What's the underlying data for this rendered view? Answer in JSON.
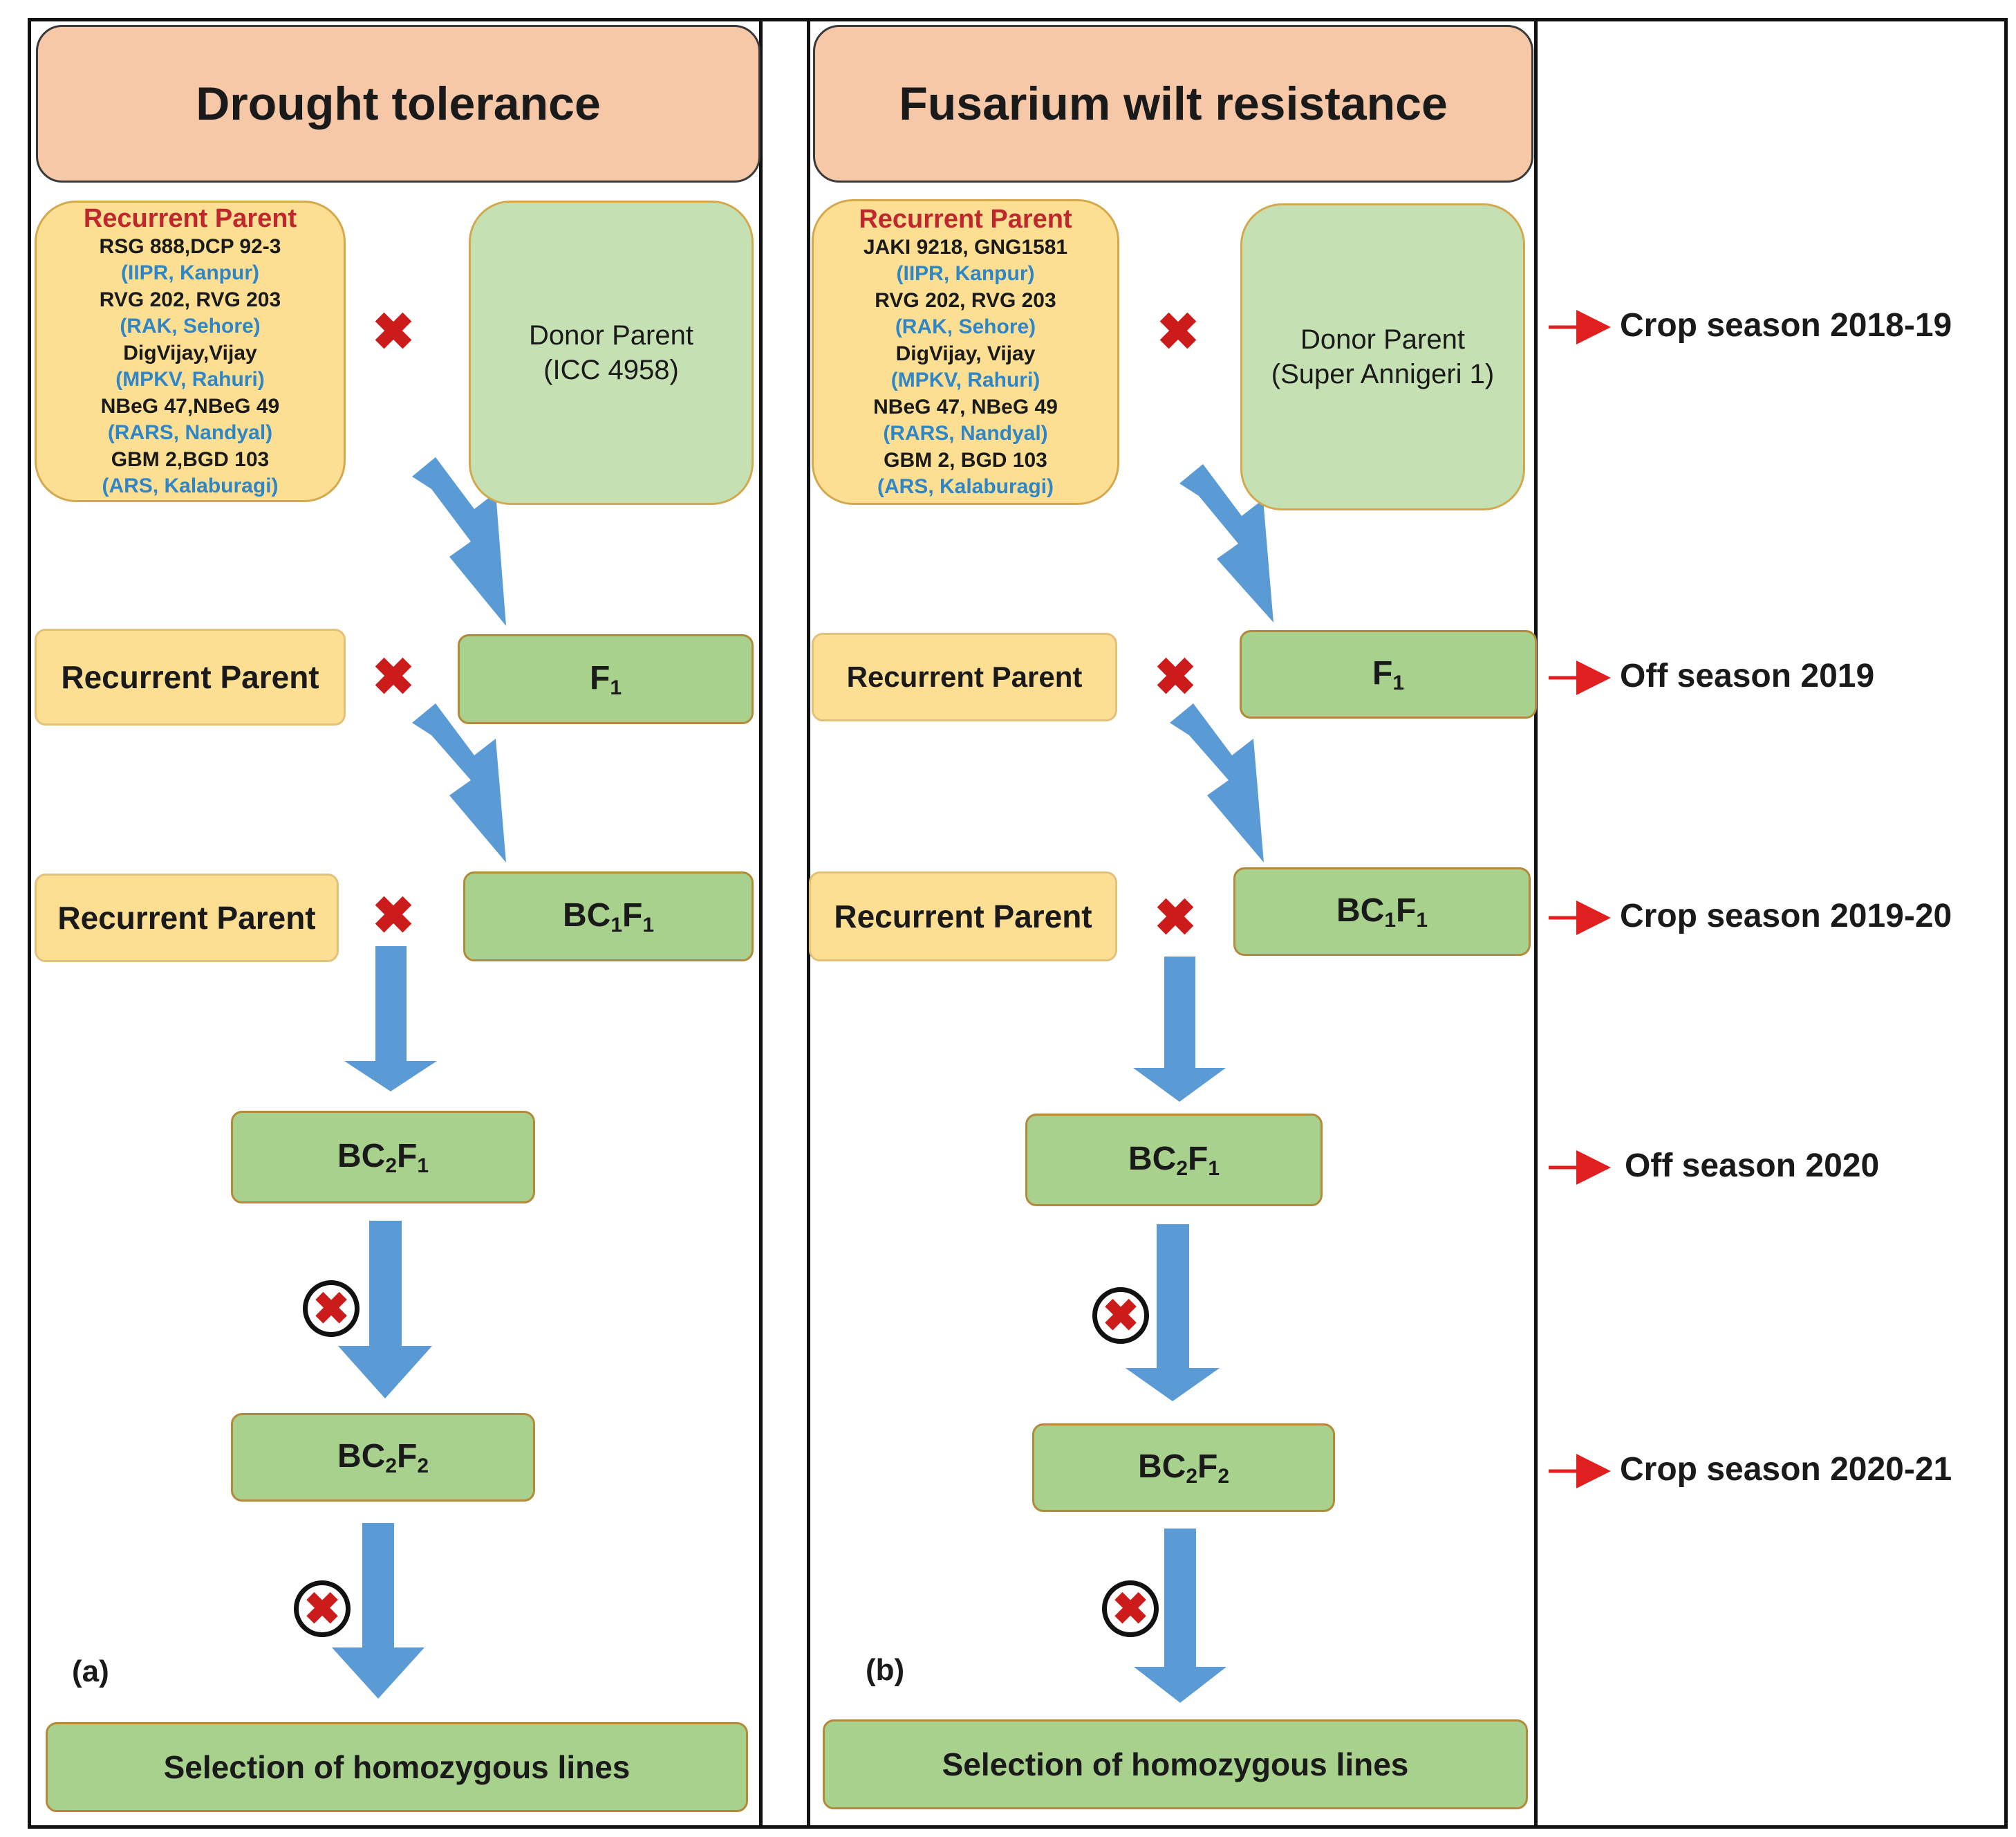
{
  "panels": [
    {
      "title": "Drought tolerance",
      "recurrent_heading": "Recurrent Parent",
      "recurrent_list": [
        {
          "varieties": "RSG 888,DCP 92-3",
          "institute": "(IIPR, Kanpur)"
        },
        {
          "varieties": "RVG 202, RVG 203",
          "institute": "(RAK, Sehore)"
        },
        {
          "varieties": "DigVijay,Vijay",
          "institute": "(MPKV, Rahuri)"
        },
        {
          "varieties": "NBeG 47,NBeG 49",
          "institute": "(RARS, Nandyal)"
        },
        {
          "varieties": "GBM 2,BGD 103",
          "institute": "(ARS, Kalaburagi)"
        }
      ],
      "donor_line1": "Donor Parent",
      "donor_line2": "(ICC 4958)",
      "recurrent_parent": "Recurrent Parent",
      "f1": {
        "base": "F",
        "sub": "1"
      },
      "bc1f1": {
        "p1": "BC",
        "s1": "1",
        "p2": "F",
        "s2": "1"
      },
      "bc2f1": {
        "p1": "BC",
        "s1": "2",
        "p2": "F",
        "s2": "1"
      },
      "bc2f2": {
        "p1": "BC",
        "s1": "2",
        "p2": "F",
        "s2": "2"
      },
      "selection": "Selection of homozygous lines",
      "label": "(a)"
    },
    {
      "title": "Fusarium wilt resistance",
      "recurrent_heading": "Recurrent Parent",
      "recurrent_list": [
        {
          "varieties": "JAKI 9218, GNG1581",
          "institute": "(IIPR, Kanpur)"
        },
        {
          "varieties": "RVG 202, RVG 203",
          "institute": "(RAK, Sehore)"
        },
        {
          "varieties": "DigVijay, Vijay",
          "institute": "(MPKV, Rahuri)"
        },
        {
          "varieties": "NBeG 47, NBeG 49",
          "institute": "(RARS, Nandyal)"
        },
        {
          "varieties": "GBM 2, BGD 103",
          "institute": "(ARS, Kalaburagi)"
        }
      ],
      "donor_line1": "Donor Parent",
      "donor_line2": "(Super Annigeri 1)",
      "recurrent_parent": "Recurrent Parent",
      "f1": {
        "base": "F",
        "sub": "1"
      },
      "bc1f1": {
        "p1": "BC",
        "s1": "1",
        "p2": "F",
        "s2": "1"
      },
      "bc2f1": {
        "p1": "BC",
        "s1": "2",
        "p2": "F",
        "s2": "1"
      },
      "bc2f2": {
        "p1": "BC",
        "s1": "2",
        "p2": "F",
        "s2": "2"
      },
      "selection": "Selection of homozygous lines",
      "label": "(b)"
    }
  ],
  "cross_symbol": "✖",
  "seasons": [
    "Crop season 2018-19",
    "Off season 2019",
    "Crop season 2019-20",
    "Off season 2020",
    "Crop season 2020-21"
  ],
  "colors": {
    "title_fill": "#f6c8a8",
    "recurrent_fill": "#fddf94",
    "donor_fill": "#c5e1b3",
    "generation_fill": "#a9d18e",
    "arrow_blue": "#5b9bd5",
    "cross_red": "#cc1b1b",
    "heading_red": "#c0262d",
    "institute_blue": "#2f86c6",
    "season_arrow_red": "#e02020"
  }
}
